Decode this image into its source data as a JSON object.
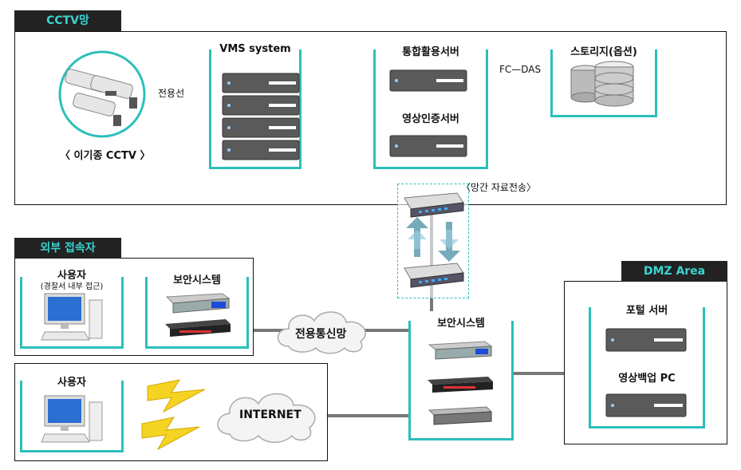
{
  "zones": {
    "cctv": "CCTV망",
    "external": "외부 접속자",
    "dmz": "DMZ Area"
  },
  "cctv_camera_label": "〈 이기종 CCTV 〉",
  "link_dedicated": "전용선",
  "vms_title": "VMS system",
  "integrated_server": "통합활용서버",
  "video_auth_server": "영상인증서버",
  "storage_title": "스토리지(옵션)",
  "fc_das": "FC—DAS",
  "transfer_label": "〈망간 자료전송〉",
  "ext_user_title": "사용자",
  "ext_user_sub": "(경찰서 내부 접근)",
  "ext_security": "보안시스템",
  "cloud_dedicated": "전용통신망",
  "central_security": "보안시스템",
  "inet_user_title": "사용자",
  "cloud_internet": "INTERNET",
  "portal_server": "포털 서버",
  "backup_pc": "영상백업 PC",
  "colors": {
    "accent": "#2bbfba",
    "tab_bg": "#222222",
    "tab_text": "#39d4cf",
    "fc_line": "#f2b48c"
  }
}
